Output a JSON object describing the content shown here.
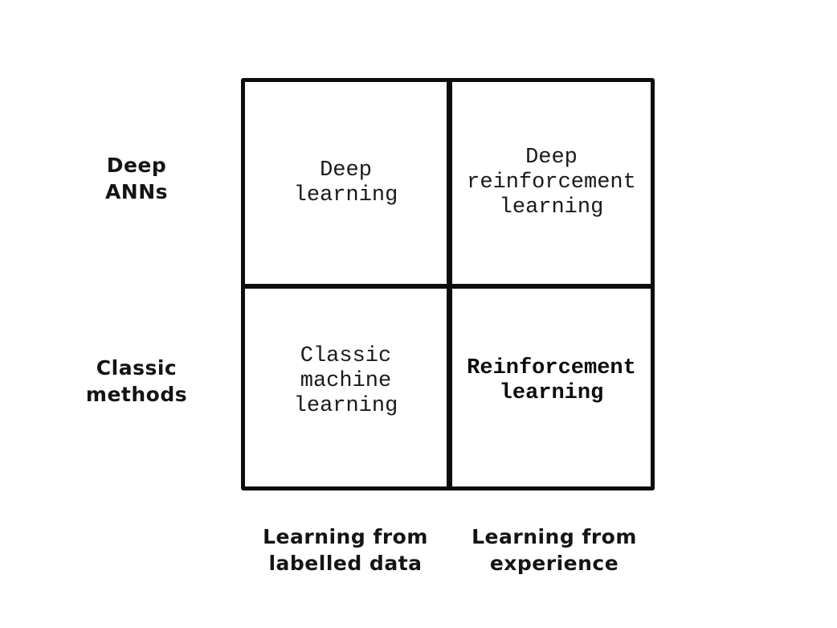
{
  "diagram": {
    "type": "2x2-matrix",
    "ink_color": "#0d0d0d",
    "background_color": "#ffffff",
    "row_labels": [
      {
        "id": "deep-anns",
        "text": "Deep\nANNs"
      },
      {
        "id": "classic-methods",
        "text": "Classic\nmethods"
      }
    ],
    "col_labels": [
      {
        "id": "labelled-data",
        "text": "Learning from\nlabelled data"
      },
      {
        "id": "experience",
        "text": "Learning from\nexperience"
      }
    ],
    "cells": [
      {
        "id": "deep-learning",
        "row": 0,
        "col": 0,
        "text": "Deep\nlearning",
        "bold": false
      },
      {
        "id": "deep-reinforcement-learning",
        "row": 0,
        "col": 1,
        "text": "Deep\nreinforcement\nlearning",
        "bold": false
      },
      {
        "id": "classic-machine-learning",
        "row": 1,
        "col": 0,
        "text": "Classic\nmachine\nlearning",
        "bold": false
      },
      {
        "id": "reinforcement-learning",
        "row": 1,
        "col": 1,
        "text": "Reinforcement\nlearning",
        "bold": true
      }
    ]
  }
}
